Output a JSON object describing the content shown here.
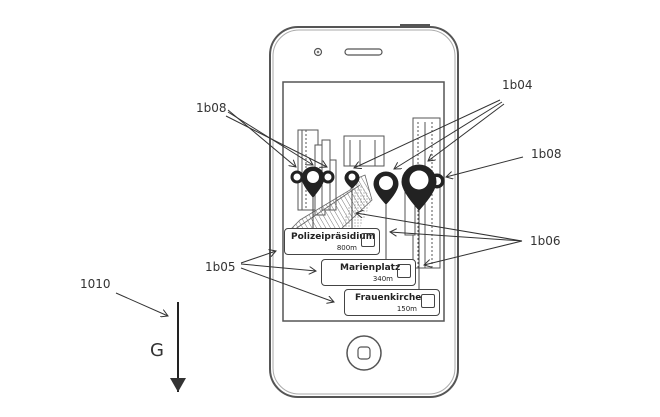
{
  "figure": {
    "reference_labels": {
      "pins_left": "1b08",
      "pins_top_right": "1b04",
      "pin_right": "1b08",
      "leader_lines_right": "1b06",
      "cards_left": "1b05",
      "device": "1010"
    },
    "gravity_label": "G",
    "poi_cards": [
      {
        "name": "Polizeipräsidium",
        "distance": "800m"
      },
      {
        "name": "Marienplatz",
        "distance": "340m"
      },
      {
        "name": "Frauenkirche",
        "distance": "150m"
      }
    ]
  }
}
